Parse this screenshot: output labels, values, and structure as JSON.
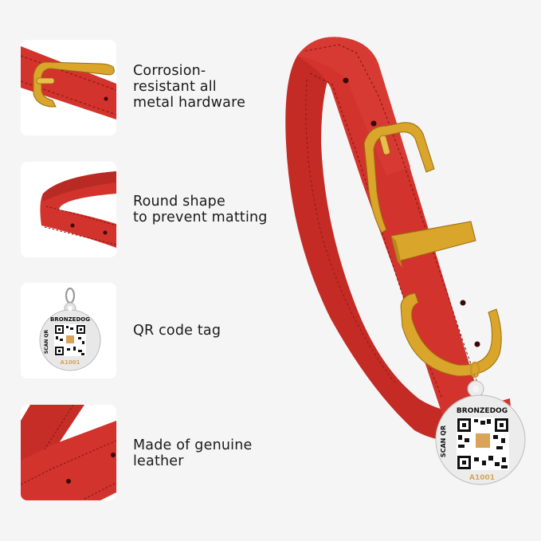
{
  "product": {
    "brand": "BRONZEDOG",
    "tag_side_label": "SCAN QR",
    "tag_id": "A1001",
    "colors": {
      "background": "#f5f5f5",
      "leather": "#d2332c",
      "leather_dark": "#a8221c",
      "stitch": "#7a1410",
      "hardware_gold": "#d9a52a",
      "tag_silver": "#ececec",
      "tag_id_color": "#d9a35a"
    }
  },
  "features": [
    {
      "icon": "buckle-closeup",
      "text": "Corrosion-\nresistant all\nmetal hardware"
    },
    {
      "icon": "round-collar-closeup",
      "text": "Round shape\nto prevent matting"
    },
    {
      "icon": "qr-tag-closeup",
      "text": "QR code tag"
    },
    {
      "icon": "leather-closeup",
      "text": "Made of genuine\nleather"
    }
  ]
}
